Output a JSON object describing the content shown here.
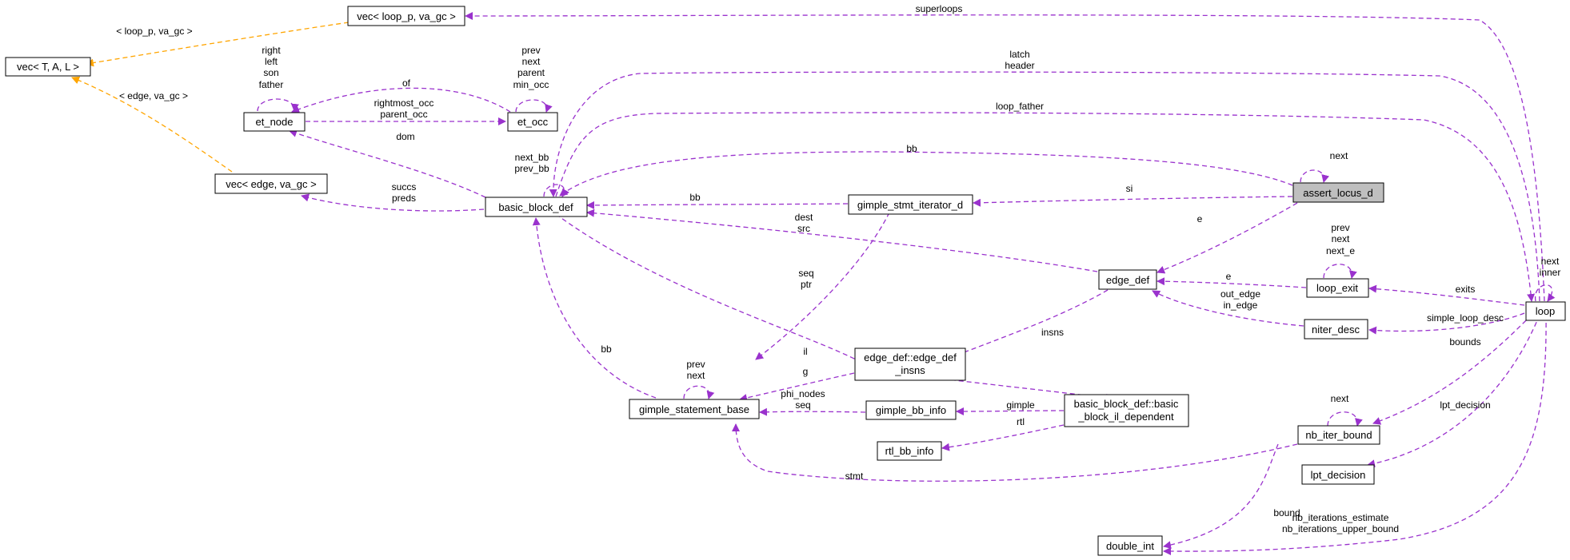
{
  "colors": {
    "association_edge": "#9a32cd",
    "template_edge": "#ffa500",
    "highlight_node": "#bfbfbf",
    "node_border": "#000000",
    "background": "#ffffff"
  },
  "nodes": {
    "vec_tal": "vec< T, A, L >",
    "vec_loop_p": "vec< loop_p, va_gc >",
    "vec_edge": "vec< edge, va_gc >",
    "et_node": "et_node",
    "et_occ": "et_occ",
    "basic_block_def": "basic_block_def",
    "gimple_stmt_iterator_d": "gimple_stmt_iterator_d",
    "assert_locus_d": "assert_locus_d",
    "edge_def": "edge_def",
    "loop_exit": "loop_exit",
    "niter_desc": "niter_desc",
    "loop": "loop",
    "edge_def_insns_line1": "edge_def::edge_def",
    "edge_def_insns_line2": "_insns",
    "gimple_statement_base": "gimple_statement_base",
    "gimple_bb_info": "gimple_bb_info",
    "rtl_bb_info": "rtl_bb_info",
    "bb_il_dep_line1": "basic_block_def::basic",
    "bb_il_dep_line2": "_block_il_dependent",
    "nb_iter_bound": "nb_iter_bound",
    "lpt_decision": "lpt_decision",
    "double_int": "double_int"
  },
  "edge_labels": {
    "loop_p_va_gc": "< loop_p, va_gc >",
    "edge_va_gc": "< edge, va_gc >",
    "et_node_self": [
      "right",
      "left",
      "son",
      "father"
    ],
    "et_occ_self": [
      "prev",
      "next",
      "parent",
      "min_occ"
    ],
    "of": "of",
    "rightmost_parent_occ": [
      "rightmost_occ",
      "parent_occ"
    ],
    "dom": "dom",
    "bb_self": [
      "next_bb",
      "prev_bb"
    ],
    "succs_preds": [
      "succs",
      "preds"
    ],
    "superloops": "superloops",
    "latch_header": [
      "latch",
      "header"
    ],
    "loop_father": "loop_father",
    "bb_assert": "bb",
    "assert_self": "next",
    "si": "si",
    "bb_iter": "bb",
    "e_assert": "e",
    "dest_src": [
      "dest",
      "src"
    ],
    "e_loop_exit": "e",
    "loop_exit_self": [
      "prev",
      "next",
      "next_e"
    ],
    "exits": "exits",
    "out_in_edge": [
      "out_edge",
      "in_edge"
    ],
    "simple_loop_desc": "simple_loop_desc",
    "loop_self": [
      "next",
      "inner"
    ],
    "seq_ptr": [
      "seq",
      "ptr"
    ],
    "insns": "insns",
    "il": "il",
    "bb_gsb": "bb",
    "gsb_self": [
      "prev",
      "next"
    ],
    "g": "g",
    "phi_seq": [
      "phi_nodes",
      "seq"
    ],
    "gimple": "gimple",
    "rtl": "rtl",
    "bounds": "bounds",
    "nb_self": "next",
    "lpt_decision": "lpt_decision",
    "stmt": "stmt",
    "bound": "bound",
    "nb_iterations": [
      "nb_iterations_estimate",
      "nb_iterations_upper_bound"
    ]
  }
}
